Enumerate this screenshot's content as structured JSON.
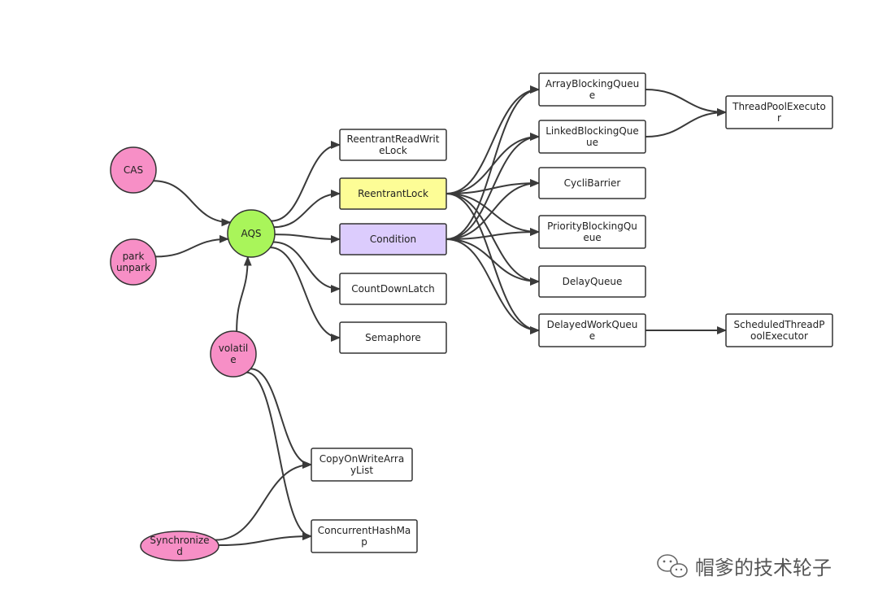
{
  "colors": {
    "circle_pink": "#f78fc6",
    "circle_green": "#a9f55a",
    "box_yellow": "#fdfd96",
    "box_purple": "#dcccfd",
    "box_white": "#ffffff",
    "stroke": "#333333",
    "edge": "#3a3a3a"
  },
  "nodes": [
    {
      "id": "cas",
      "shape": "circle",
      "fill": "circle_pink",
      "lines": [
        "CAS"
      ]
    },
    {
      "id": "park",
      "shape": "circle",
      "fill": "circle_pink",
      "lines": [
        "park",
        "unpark"
      ]
    },
    {
      "id": "aqs",
      "shape": "circle",
      "fill": "circle_green",
      "lines": [
        "AQS"
      ]
    },
    {
      "id": "volatile",
      "shape": "circle",
      "fill": "circle_pink",
      "lines": [
        "volatil",
        "e"
      ]
    },
    {
      "id": "sync",
      "shape": "ellipse",
      "fill": "circle_pink",
      "lines": [
        "Synchronize",
        "d"
      ]
    },
    {
      "id": "rrwl",
      "shape": "box",
      "fill": "box_white",
      "lines": [
        "ReentrantReadWrit",
        "eLock"
      ]
    },
    {
      "id": "rl",
      "shape": "box",
      "fill": "box_yellow",
      "lines": [
        "ReentrantLock"
      ]
    },
    {
      "id": "cond",
      "shape": "box",
      "fill": "box_purple",
      "lines": [
        "Condition"
      ]
    },
    {
      "id": "cdl",
      "shape": "box",
      "fill": "box_white",
      "lines": [
        "CountDownLatch"
      ]
    },
    {
      "id": "sem",
      "shape": "box",
      "fill": "box_white",
      "lines": [
        "Semaphore"
      ]
    },
    {
      "id": "abq",
      "shape": "box",
      "fill": "box_white",
      "lines": [
        "ArrayBlockingQueu",
        "e"
      ]
    },
    {
      "id": "lbq",
      "shape": "box",
      "fill": "box_white",
      "lines": [
        "LinkedBlockingQue",
        "ue"
      ]
    },
    {
      "id": "cb",
      "shape": "box",
      "fill": "box_white",
      "lines": [
        "CycliBarrier"
      ]
    },
    {
      "id": "pbq",
      "shape": "box",
      "fill": "box_white",
      "lines": [
        "PriorityBlockingQu",
        "eue"
      ]
    },
    {
      "id": "dq",
      "shape": "box",
      "fill": "box_white",
      "lines": [
        "DelayQueue"
      ]
    },
    {
      "id": "dwq",
      "shape": "box",
      "fill": "box_white",
      "lines": [
        "DelayedWorkQueu",
        "e"
      ]
    },
    {
      "id": "tpe",
      "shape": "box",
      "fill": "box_white",
      "lines": [
        "ThreadPoolExecuto",
        "r"
      ]
    },
    {
      "id": "stpe",
      "shape": "box",
      "fill": "box_white",
      "lines": [
        "ScheduledThreadP",
        "oolExecutor"
      ]
    },
    {
      "id": "cowal",
      "shape": "box",
      "fill": "box_white",
      "lines": [
        "CopyOnWriteArra",
        "yList"
      ]
    },
    {
      "id": "chm",
      "shape": "box",
      "fill": "box_white",
      "lines": [
        "ConcurrentHashMa",
        "p"
      ]
    }
  ],
  "edges": [
    {
      "from": "cas",
      "to": "aqs"
    },
    {
      "from": "park",
      "to": "aqs"
    },
    {
      "from": "volatile",
      "to": "aqs"
    },
    {
      "from": "aqs",
      "to": "rrwl"
    },
    {
      "from": "aqs",
      "to": "rl"
    },
    {
      "from": "aqs",
      "to": "cond"
    },
    {
      "from": "aqs",
      "to": "cdl"
    },
    {
      "from": "aqs",
      "to": "sem"
    },
    {
      "from": "rl",
      "to": "abq"
    },
    {
      "from": "rl",
      "to": "lbq"
    },
    {
      "from": "rl",
      "to": "cb"
    },
    {
      "from": "rl",
      "to": "pbq"
    },
    {
      "from": "rl",
      "to": "dq"
    },
    {
      "from": "rl",
      "to": "dwq"
    },
    {
      "from": "cond",
      "to": "abq"
    },
    {
      "from": "cond",
      "to": "lbq"
    },
    {
      "from": "cond",
      "to": "cb"
    },
    {
      "from": "cond",
      "to": "pbq"
    },
    {
      "from": "cond",
      "to": "dq"
    },
    {
      "from": "cond",
      "to": "dwq"
    },
    {
      "from": "abq",
      "to": "tpe"
    },
    {
      "from": "lbq",
      "to": "tpe"
    },
    {
      "from": "dwq",
      "to": "stpe"
    },
    {
      "from": "volatile",
      "to": "cowal"
    },
    {
      "from": "volatile",
      "to": "chm"
    },
    {
      "from": "sync",
      "to": "cowal"
    },
    {
      "from": "sync",
      "to": "chm"
    }
  ],
  "watermark": {
    "icon": "wechat-icon",
    "text": "帽爹的技术轮子"
  }
}
